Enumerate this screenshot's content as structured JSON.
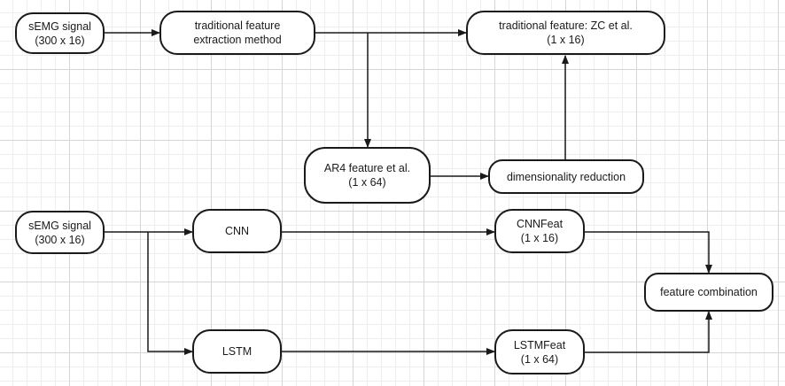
{
  "colors": {
    "stroke": "#1a1a1a",
    "node_fill": "#ffffff",
    "grid_major": "#d6d6d6",
    "grid_minor": "#ededed"
  },
  "nodes": {
    "semg_top": {
      "line1": "sEMG signal",
      "line2": "(300 x 16)"
    },
    "trad_method": {
      "line1": "traditional feature",
      "line2": "extraction method"
    },
    "trad_feat": {
      "line1": "traditional feature: ZC et al.",
      "line2": "(1 x 16)"
    },
    "ar4": {
      "line1": "AR4 feature et al.",
      "line2": "(1 x 64)"
    },
    "dimred": {
      "line1": "dimensionality reduction"
    },
    "semg_bottom": {
      "line1": "sEMG signal",
      "line2": "(300 x 16)"
    },
    "cnn": {
      "line1": "CNN"
    },
    "cnnfeat": {
      "line1": "CNNFeat",
      "line2": "(1 x 16)"
    },
    "lstm": {
      "line1": "LSTM"
    },
    "lstmfeat": {
      "line1": "LSTMFeat",
      "line2": "(1 x 64)"
    },
    "combo": {
      "line1": "feature combination"
    }
  }
}
